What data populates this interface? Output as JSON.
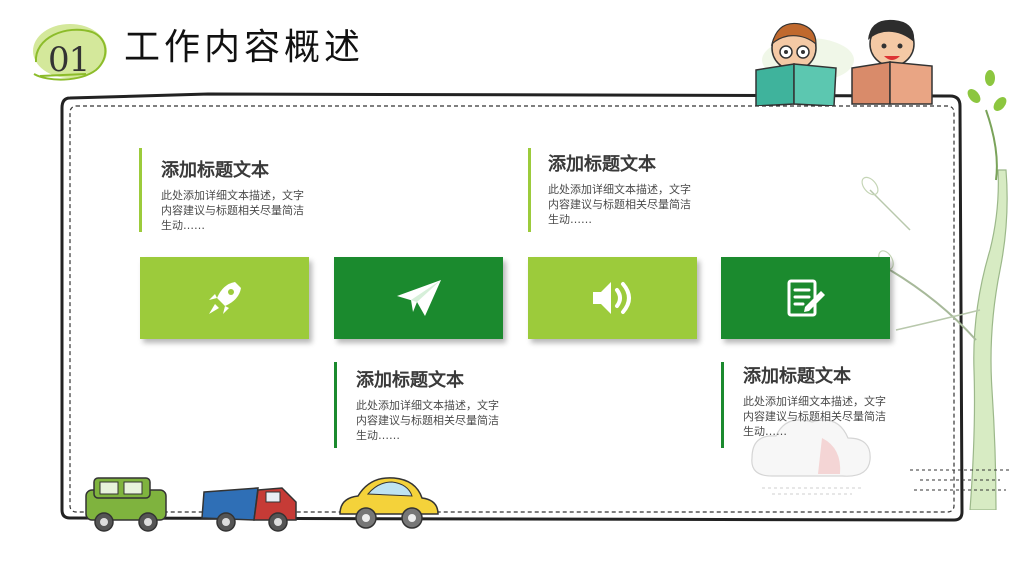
{
  "header": {
    "number": "01",
    "title": "工作内容概述"
  },
  "colors": {
    "light_green": "#9ccb3b",
    "dark_green": "#1b8a2e",
    "text_dark": "#333333"
  },
  "items": [
    {
      "title": "添加标题文本",
      "desc_lines": [
        "此处添加详细文本描述，文字",
        "内容建议与标题相关尽量简洁",
        "生动……"
      ],
      "icon": "rocket-icon",
      "tile_color": "light"
    },
    {
      "title": "添加标题文本",
      "desc_lines": [
        "此处添加详细文本描述，文字",
        "内容建议与标题相关尽量简洁",
        "生动……"
      ],
      "icon": "paper-plane-icon",
      "tile_color": "dark"
    },
    {
      "title": "添加标题文本",
      "desc_lines": [
        "此处添加详细文本描述，文字",
        "内容建议与标题相关尽量简洁",
        "生动……"
      ],
      "icon": "speaker-icon",
      "tile_color": "light"
    },
    {
      "title": "添加标题文本",
      "desc_lines": [
        "此处添加详细文本描述，文字",
        "内容建议与标题相关尽量简洁",
        "生动……"
      ],
      "icon": "edit-document-icon",
      "tile_color": "dark"
    }
  ],
  "decorations": {
    "illustrations": [
      "kids-reading-illustration",
      "tree-illustration",
      "cars-illustration",
      "cloud-illustration"
    ]
  }
}
